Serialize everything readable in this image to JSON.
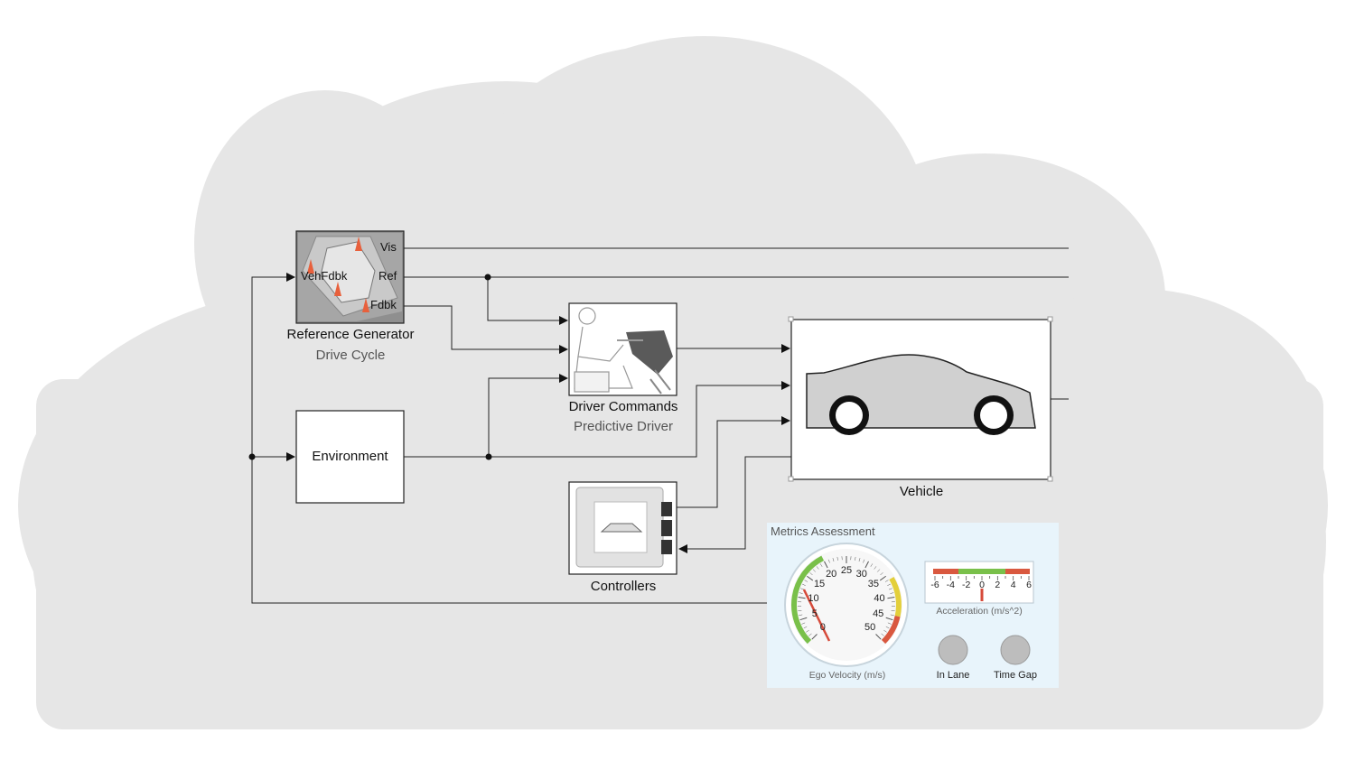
{
  "blocks": {
    "reference_generator": {
      "title": "Reference Generator",
      "subtitle": "Drive Cycle",
      "ports": {
        "vis": "Vis",
        "vehfdbk": "VehFdbk",
        "ref": "Ref",
        "fdbk": "Fdbk"
      }
    },
    "environment": {
      "title": "Environment"
    },
    "driver": {
      "title": "Driver Commands",
      "subtitle": "Predictive Driver"
    },
    "vehicle": {
      "title": "Vehicle"
    },
    "controllers": {
      "title": "Controllers"
    }
  },
  "metrics": {
    "title": "Metrics Assessment",
    "velocity": {
      "label": "Ego Velocity (m/s)",
      "ticks": [
        "0",
        "5",
        "10",
        "15",
        "20",
        "25",
        "30",
        "35",
        "40",
        "45",
        "50"
      ],
      "value": 12
    },
    "acceleration": {
      "label": "Acceleration (m/s^2)",
      "ticks": [
        "-6",
        "-4",
        "-2",
        "0",
        "2",
        "4",
        "6"
      ],
      "value": 0
    },
    "lamps": [
      {
        "label": "In Lane"
      },
      {
        "label": "Time Gap"
      }
    ]
  },
  "colors": {
    "cloud": "#e6e6e6",
    "panel": "#e8f4fb",
    "wire": "#222222",
    "gauge_green": "#79c04a",
    "gauge_red": "#d9583f",
    "gauge_yellow": "#e3cf3b"
  }
}
